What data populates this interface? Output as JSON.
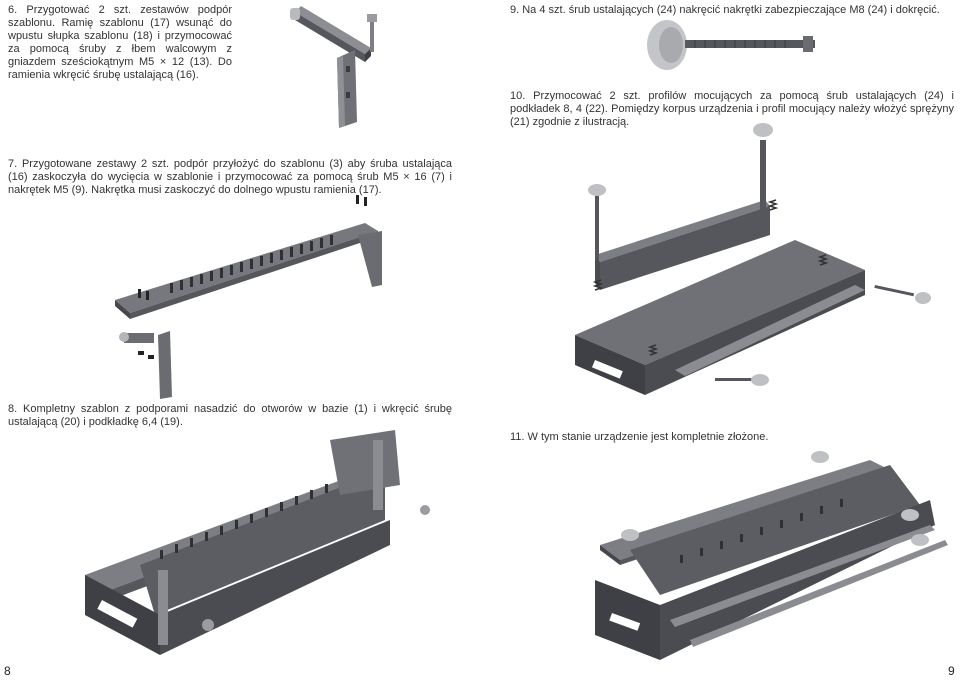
{
  "left_page": {
    "step6": "6.  Przygotować  2  szt.  zestawów  podpór  szablonu. Ramię szablonu (17) wsunąć do wpustu słupka szablonu (18) i przymocować za pomocą śruby z łbem walcowym z gniazdem sześciokątnym M5 × 12 (13). Do ramienia wkręcić śrubę ustalającą (16).",
    "step7": "7.  Przygotowane zestawy 2 szt. podpór przyłożyć do szablonu (3) aby śruba ustalająca (16) zaskoczyła do wycięcia w szablonie i przymocować za pomocą śrub M5 × 16 (7) i nakrętek M5 (9). Nakrętka musi zaskoczyć do dolnego wpustu ramienia (17).",
    "step8": "8.  Kompletny szablon z podporami nasadzić do otworów w bazie (1) i wkręcić śrubę ustalającą (20) i podkładkę 6,4 (19).",
    "page_number": "8"
  },
  "right_page": {
    "step9": "9.   Na 4 szt. śrub ustalających (24) nakręcić nakrętki zabezpieczające M8 (24) i dokręcić.",
    "step10": "10. Przymocować 2 szt. profilów mocujących za pomocą śrub ustalających (24)  i podkładek 8, 4 (22). Pomiędzy korpus urządzenia i profil mocujący należy włożyć sprężyny (21) zgodnie z ilustracją.",
    "step11": "11.  W tym stanie urządzenie jest kompletnie złożone.",
    "page_number": "9"
  },
  "colors": {
    "metal_dark": "#4a4c52",
    "metal_mid": "#6a6c72",
    "metal_light": "#9a9ca2",
    "knob": "#bfc0c3"
  }
}
